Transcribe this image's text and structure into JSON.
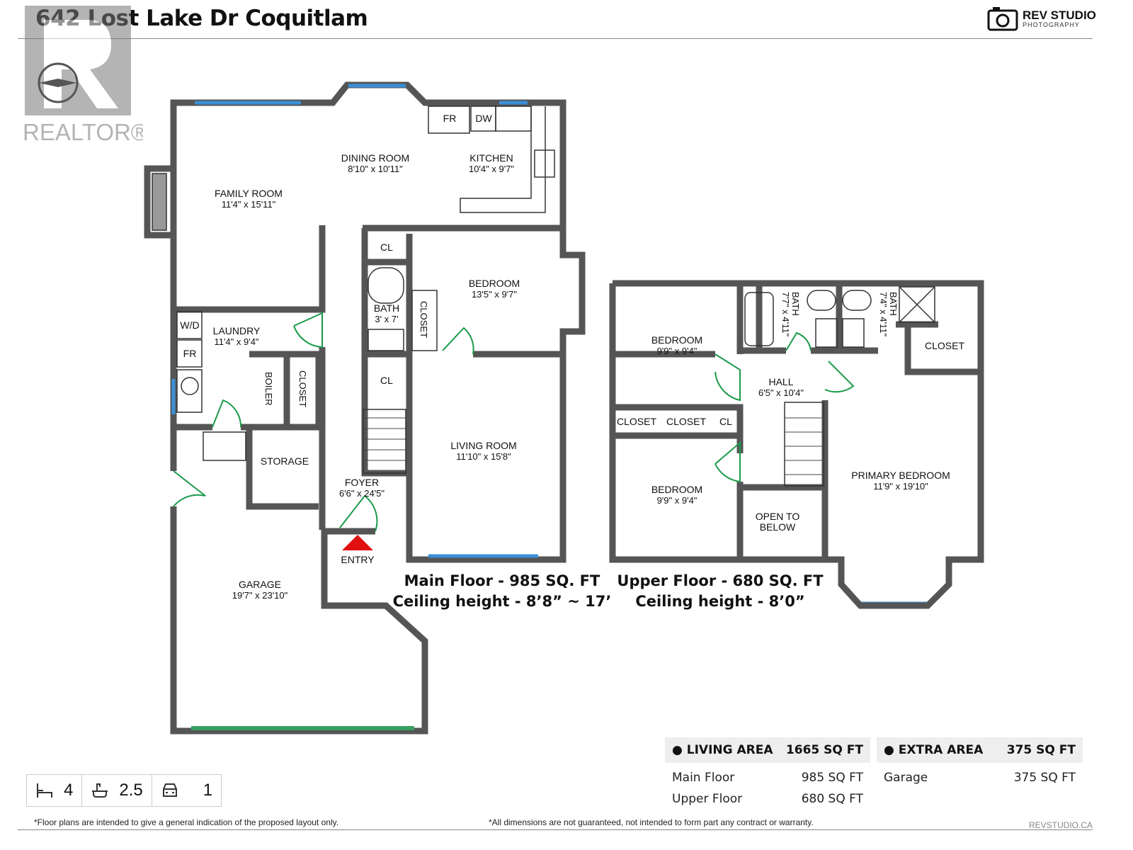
{
  "title": "642 Lost Lake Dr Coquitlam",
  "logo": {
    "name": "REV STUDIO",
    "sub": "PHOTOGRAPHY"
  },
  "watermark": {
    "text": "REALTOR®"
  },
  "colors": {
    "wall": "#555555",
    "window": "#3a8fd6",
    "door": "#1a9a4a",
    "entry_arrow": "#e01010",
    "summary_header_bg": "#eeeeee"
  },
  "main_floor": {
    "rooms": [
      {
        "name": "DINING ROOM",
        "dim": "8'10\" x 10'11\""
      },
      {
        "name": "KITCHEN",
        "dim": "10'4\" x 9'7\""
      },
      {
        "name": "FAMILY ROOM",
        "dim": "11'4\" x 15'11\""
      },
      {
        "name": "BEDROOM",
        "dim": "13'5\" x 9'7\""
      },
      {
        "name": "BATH",
        "dim": "3' x 7'"
      },
      {
        "name": "LAUNDRY",
        "dim": "11'4\" x 9'4\""
      },
      {
        "name": "LIVING ROOM",
        "dim": "11'10\" x 15'8\""
      },
      {
        "name": "FOYER",
        "dim": "6'6\" x 24'5\""
      },
      {
        "name": "GARAGE",
        "dim": "19'7\" x 23'10\""
      }
    ],
    "labels": {
      "fr": "FR",
      "dw": "DW",
      "cl1": "CL",
      "cl2": "CL",
      "closet": "CLOSET",
      "wd": "W/D",
      "fr2": "FR",
      "boiler": "BOILER",
      "closet2": "CLOSET",
      "storage": "STORAGE",
      "entry": "ENTRY"
    },
    "caption": "Main Floor - 985 SQ. FT",
    "ceiling": "Ceiling height - 8’8” ~ 17’"
  },
  "upper_floor": {
    "rooms": [
      {
        "name": "BEDROOM",
        "dim": "9'9\" x 9'4\""
      },
      {
        "name": "BATH",
        "dim": "7'7\" x 4'11\""
      },
      {
        "name": "BATH",
        "dim": "7'4\" x 4'11\""
      },
      {
        "name": "HALL",
        "dim": "6'5\" x 10'4\""
      },
      {
        "name": "BEDROOM",
        "dim": "9'9\" x 9'4\""
      },
      {
        "name": "PRIMARY BEDROOM",
        "dim": "11'9\" x 19'10\""
      }
    ],
    "labels": {
      "closet_a": "CLOSET",
      "closet_b": "CLOSET",
      "cl": "CL",
      "closet_c": "CLOSET",
      "open": "OPEN TO BELOW"
    },
    "caption": "Upper Floor - 680 SQ. FT",
    "ceiling": "Ceiling height - 8’0”"
  },
  "living_area": {
    "label": "LIVING AREA",
    "total": "1665 SQ FT",
    "rows": [
      {
        "name": "Main Floor",
        "value": "985 SQ FT"
      },
      {
        "name": "Upper Floor",
        "value": "680 SQ FT"
      }
    ]
  },
  "extra_area": {
    "label": "EXTRA AREA",
    "total": "375 SQ FT",
    "rows": [
      {
        "name": "Garage",
        "value": "375 SQ FT"
      }
    ]
  },
  "stats": {
    "beds": "4",
    "baths": "2.5",
    "garage": "1",
    "icons": [
      "bed-icon",
      "bathtub-icon",
      "car-icon"
    ]
  },
  "footer": {
    "left": "*Floor plans are intended to give a general indication of the proposed layout only.",
    "middle": "*All dimensions are not guaranteed, not intended to form part any contract or warranty.",
    "right": "REVSTUDIO.CA"
  }
}
